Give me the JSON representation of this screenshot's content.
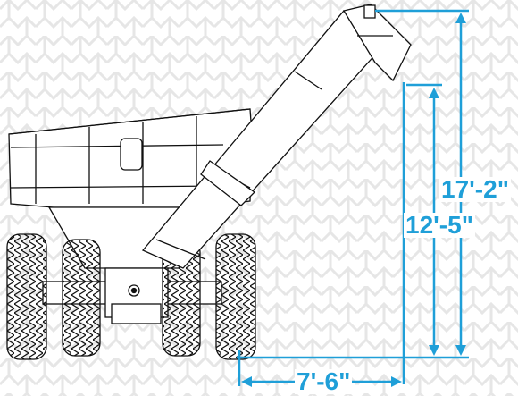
{
  "dimensions": {
    "overall_height": "17'-2\"",
    "discharge_height": "12'-5\"",
    "reach": "7'-6\""
  },
  "colors": {
    "dimension": "#1f9fd8",
    "line_art": "#111111",
    "pattern": "#e6e6e6",
    "background": "#ffffff"
  }
}
